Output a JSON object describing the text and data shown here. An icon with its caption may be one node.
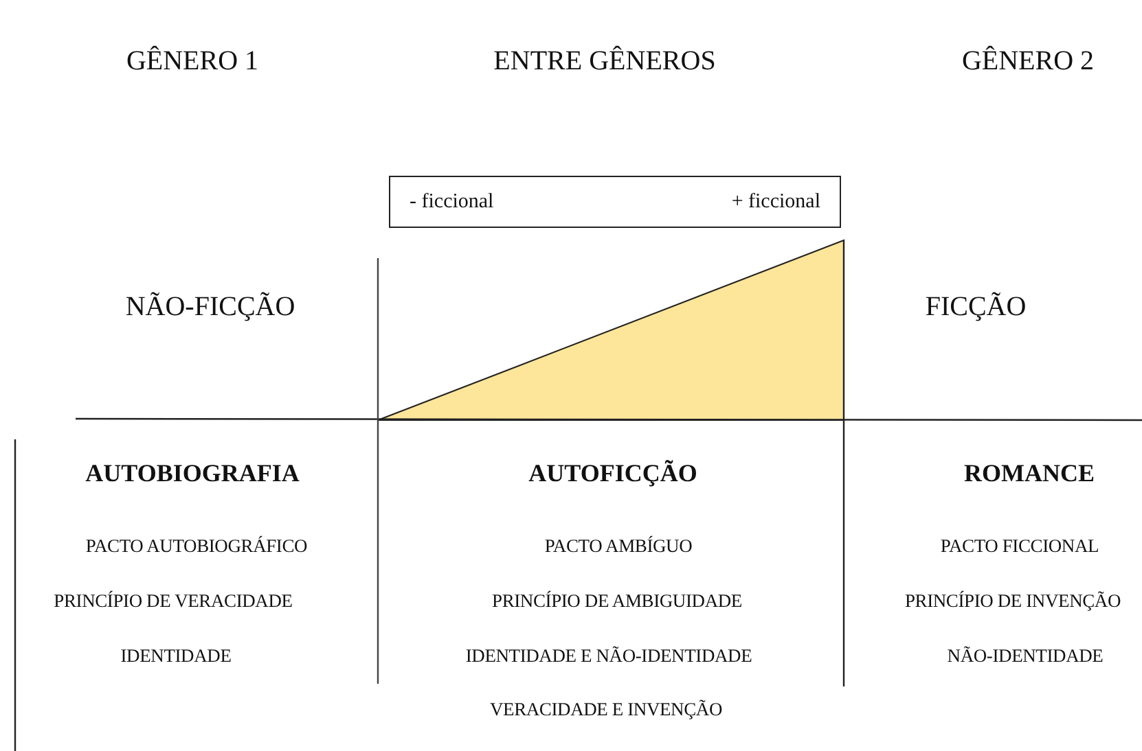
{
  "diagram": {
    "nodes": [
      {
        "text": [
          "- ficcional",
          "+ ficcional"
        ]
      },
      {
        "text": [],
        "shape": "triangle"
      }
    ],
    "labels": [
      "GÊNERO 1",
      "ENTRE GÊNEROS",
      "GÊNERO 2",
      "NÃO-FICÇÃO",
      "FICÇÃO",
      "AUTOBIOGRAFIA",
      "AUTOFICÇÃO",
      "ROMANCE",
      "PACTO AUTOBIOGRÁFICO",
      "PACTO AMBÍGUO",
      "PACTO FICCIONAL",
      "PRINCÍPIO DE VERACIDADE",
      "PRINCÍPIO DE AMBIGUIDADE",
      "PRINCÍPIO DE INVENÇÃO",
      "IDENTIDADE",
      "IDENTIDADE E NÃO-IDENTIDADE",
      "NÃO-IDENTIDADE",
      "VERACIDADE E INVENÇÃO"
    ]
  }
}
